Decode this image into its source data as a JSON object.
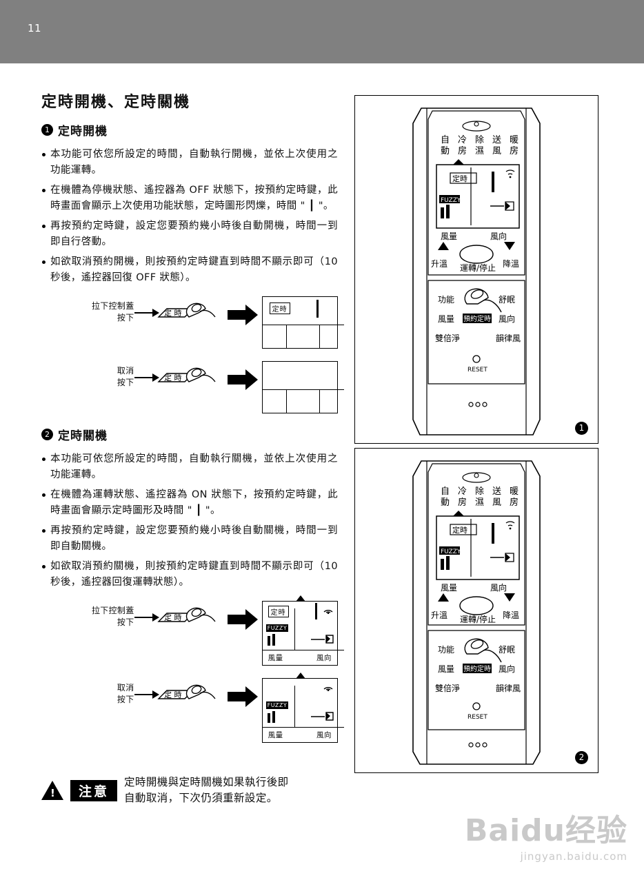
{
  "page": {
    "number": "11"
  },
  "section": {
    "title": "定時開機、定時關機"
  },
  "part1": {
    "marker": "1",
    "heading": "定時開機",
    "bullets": [
      "本功能可依您所設定的時間，自動執行開機，並依上次使用之功能運轉。",
      "在機體為停機狀態、遙控器為 OFF 狀態下，按預約定時鍵，此時畫面會顯示上次使用功能狀態，定時圖形閃爍，時間 \" ┃ \"。",
      "再按預約定時鍵，設定您要預約幾小時後自動開機，時間一到即自行啓動。",
      "如欲取消預約開機，則按預約定時鍵直到時間不顯示即可（10 秒後，遙控器回復 OFF 狀態）。"
    ],
    "steps": [
      {
        "label": "拉下控制蓋\n按下",
        "button": "定 時",
        "lcd_timer": "定時"
      },
      {
        "label": "取消\n按下",
        "button": "定 時",
        "lcd_timer": ""
      }
    ]
  },
  "part2": {
    "marker": "2",
    "heading": "定時關機",
    "bullets": [
      "本功能可依您所設定的時間，自動執行關機，並依上次使用之功能運轉。",
      "在機體為運轉狀態、遙控器為 ON 狀態下，按預約定時鍵，此時畫面會顯示定時圖形及時間 \" ┃ \"。",
      "再按預約定時鍵，設定您要預約幾小時後自動關機，時間一到即自動關機。",
      "如欲取消預約關機，則按預約定時鍵直到時間不顯示即可（10 秒後，遙控器回復運轉狀態）。"
    ],
    "steps": [
      {
        "label": "拉下控制蓋\n按下",
        "button": "定 時",
        "lcd_timer": "定時",
        "fuzzy": "FUZZY",
        "cap_left": "風量",
        "cap_right": "風向"
      },
      {
        "label": "取消\n按下",
        "button": "定 時",
        "lcd_timer": "",
        "fuzzy": "FUZZY",
        "cap_left": "風量",
        "cap_right": "風向"
      }
    ]
  },
  "caution": {
    "badge": "注意",
    "text": "定時開機與定時關機如果執行後即\n自動取消，下次仍須重新設定。"
  },
  "remote": {
    "modes": [
      "自動",
      "冷房",
      "除濕",
      "送風",
      "暖房"
    ],
    "mode_top": [
      "自",
      "冷",
      "除",
      "送",
      "暖"
    ],
    "mode_bot": [
      "動",
      "房",
      "濕",
      "風",
      "房"
    ],
    "lcd_timer": "定時",
    "fuzzy": "FUZZY",
    "lcd_left_cap": "風量",
    "lcd_right_cap": "風向",
    "up_label": "升溫",
    "down_label": "降溫",
    "run_stop": "運轉/停止",
    "buttons": {
      "function": "功能",
      "sleep": "舒眠",
      "wind_volume": "風量",
      "reserve_timer": "預約定時",
      "wind_direction": "風向",
      "double_clean": "雙倍淨",
      "rhythm_wind": "韻律風",
      "reset": "RESET"
    }
  },
  "panels": [
    {
      "number": "1"
    },
    {
      "number": "2"
    }
  ],
  "watermark": {
    "main": "Baidu经验",
    "sub": "jingyan.baidu.com"
  }
}
